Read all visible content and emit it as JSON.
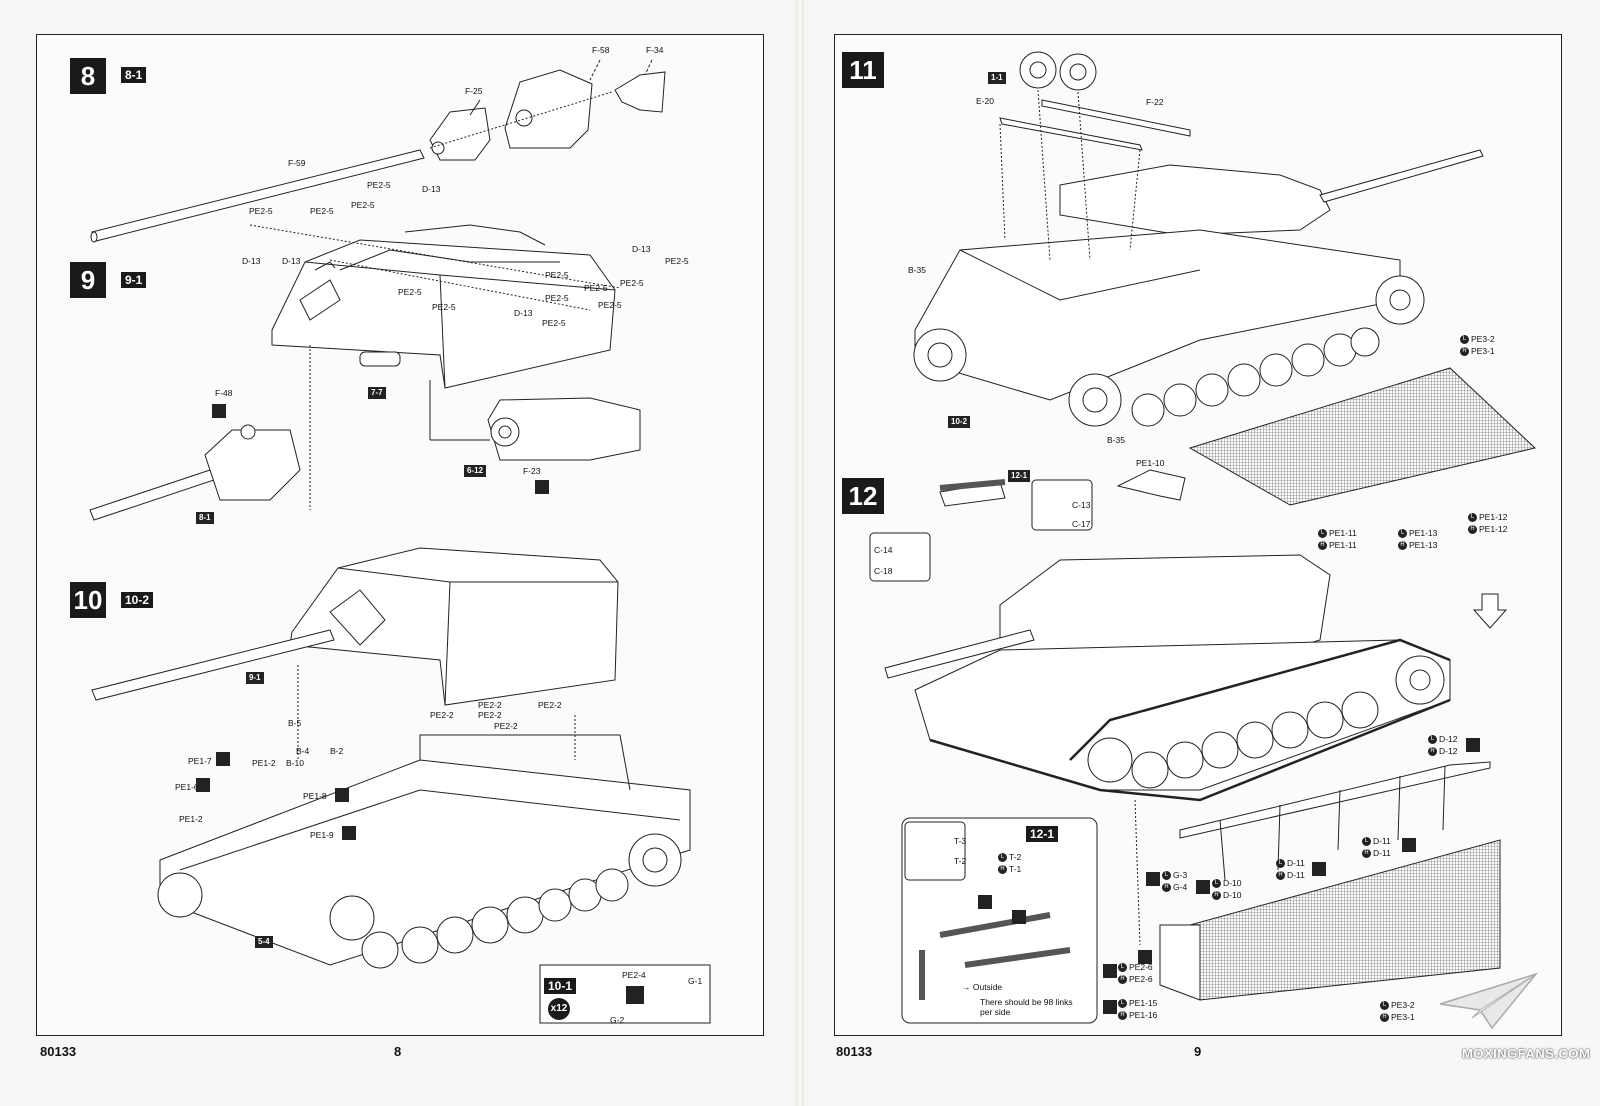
{
  "left_page": {
    "kit_number": "80133",
    "page_number": "8",
    "steps": [
      {
        "number": "8",
        "sub": "8-1"
      },
      {
        "number": "9",
        "sub": "9-1"
      },
      {
        "number": "10",
        "sub": "10-2"
      }
    ],
    "step8_labels": [
      "F-58",
      "F-34",
      "F-25",
      "F-59"
    ],
    "step9_labels": [
      "PE2-5",
      "D-13",
      "PE2-5",
      "PE2-5",
      "PE2-5",
      "D-13",
      "PE2-5",
      "PE2-5",
      "PE2-5",
      "PE2-5",
      "PE2-5",
      "D-13",
      "PE2-5",
      "D-13",
      "PE2-5",
      "D-13",
      "PE2-5",
      "PE2-5",
      "F-48",
      "F-23"
    ],
    "step9_tags": [
      "7-7",
      "6-12",
      "8-1"
    ],
    "step10_labels": [
      "PE2-2",
      "PE2-2",
      "PE2-2",
      "PE2-2",
      "PE2-2",
      "B-5",
      "B-4",
      "B-2",
      "B-10",
      "PE1-7",
      "PE1-2",
      "PE1-6",
      "PE1-8",
      "PE1-2",
      "PE1-9"
    ],
    "step10_tags": [
      "9-1",
      "5-4"
    ],
    "step10_sub": {
      "tag": "10-1",
      "count": "x12",
      "labels": [
        "PE2-4",
        "G-1",
        "G-2"
      ]
    }
  },
  "right_page": {
    "kit_number": "80133",
    "page_number": "9",
    "steps": [
      {
        "number": "11"
      },
      {
        "number": "12"
      }
    ],
    "step11_labels": [
      "E-20",
      "F-22",
      "B-35",
      "B-35"
    ],
    "step11_tags": [
      "1-1",
      "10-2"
    ],
    "step11_pe": [
      [
        "PE3-2",
        "PE3-1"
      ]
    ],
    "step12_labels": [
      "PE1-10",
      "C-13",
      "C-17",
      "C-14",
      "C-18"
    ],
    "step12_tags": [
      "12-1"
    ],
    "step12_pe": [
      [
        "PE1-12",
        "PE1-12"
      ],
      [
        "PE1-11",
        "PE1-11"
      ],
      [
        "PE1-13",
        "PE1-13"
      ],
      [
        "D-12",
        "D-12"
      ],
      [
        "D-11",
        "D-11"
      ],
      [
        "D-11",
        "D-11"
      ],
      [
        "D-10",
        "D-10"
      ],
      [
        "G-3",
        "G-4"
      ],
      [
        "PE2-6",
        "PE2-6"
      ],
      [
        "PE1-15",
        "PE1-16"
      ],
      [
        "PE3-2",
        "PE3-1"
      ]
    ],
    "inset": {
      "tag": "12-1",
      "parts": [
        "T-3",
        "T-2"
      ],
      "pe": [
        "T-2",
        "T-1"
      ],
      "legend_arrow": "→ Outside",
      "note": "There should be 98 links per side"
    },
    "lr_marks": {
      "left": "L",
      "right": "R"
    },
    "watermark": "MOXINGFANS.COM"
  }
}
